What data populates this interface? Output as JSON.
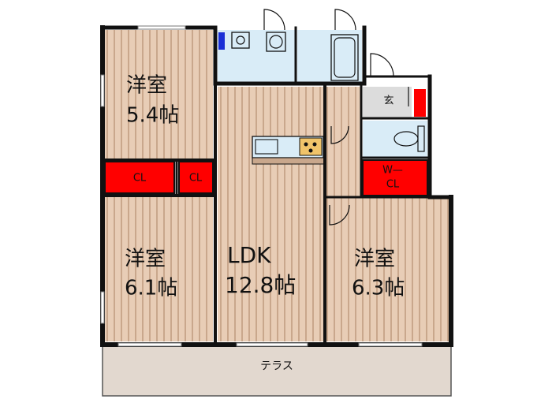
{
  "rooms": {
    "western_room_1": {
      "name": "洋室",
      "size": "5.4帖"
    },
    "western_room_2": {
      "name": "洋室",
      "size": "6.1帖"
    },
    "ldk": {
      "name": "LDK",
      "size": "12.8帖"
    },
    "western_room_3": {
      "name": "洋室",
      "size": "6.3帖"
    }
  },
  "closets": {
    "cl_left": "CL",
    "cl_right": "CL",
    "walk_in_line1": "W—",
    "walk_in_line2": "CL"
  },
  "entrance": "玄",
  "terrace": "テラス",
  "colors": {
    "wall": "#111111",
    "floor_wood": "#e8cdb6",
    "floor_stripe": "#c9a78c",
    "wet_area": "#d9ecf7",
    "entrance_floor": "#dcdcdc",
    "closet_red": "#ff0000",
    "terrace": "#e2d8cf",
    "storage_blue": "#1a2fd6"
  }
}
